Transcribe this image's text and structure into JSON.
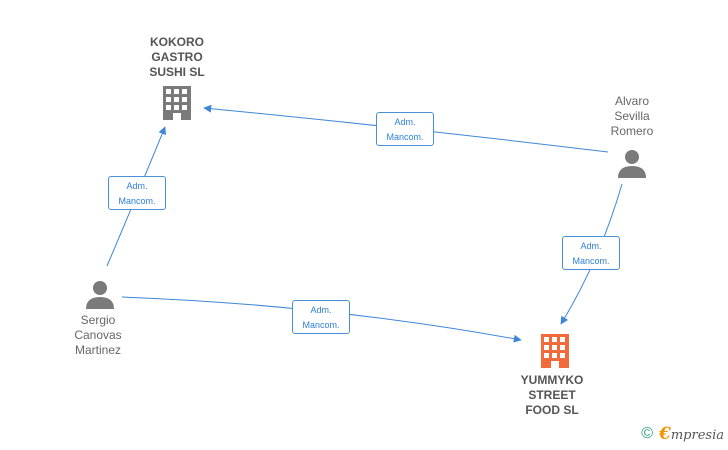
{
  "nodes": {
    "kokoro": {
      "label": "KOKORO\nGASTRO\nSUSHI  SL",
      "type": "company"
    },
    "yummyko": {
      "label": "YUMMYKO\nSTREET\nFOOD  SL",
      "type": "company"
    },
    "alvaro": {
      "label": "Alvaro\nSevilla\nRomero",
      "type": "person"
    },
    "sergio": {
      "label": "Sergio\nCanovas\nMartinez",
      "type": "person"
    }
  },
  "edges": [
    {
      "from": "alvaro",
      "to": "kokoro",
      "label": "Adm.\nMancom."
    },
    {
      "from": "sergio",
      "to": "kokoro",
      "label": "Adm.\nMancom."
    },
    {
      "from": "alvaro",
      "to": "yummyko",
      "label": "Adm.\nMancom."
    },
    {
      "from": "sergio",
      "to": "yummyko",
      "label": "Adm.\nMancom."
    }
  ],
  "colors": {
    "edge": "#3f87d6",
    "company_icon": "#7a7a7a",
    "company_icon_highlight": "#f26b3a",
    "person_icon": "#7a7a7a"
  },
  "footer": {
    "copyright": "©",
    "brand_first": "€",
    "brand_rest": "mpresia"
  }
}
